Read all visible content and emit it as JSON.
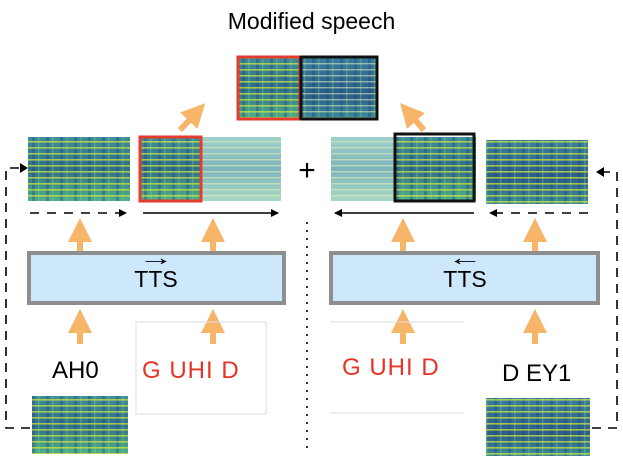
{
  "title": "Modified speech",
  "plus": "+",
  "left_tts": {
    "label": "TTS",
    "arrow_glyph": "→"
  },
  "right_tts": {
    "label": "TTS",
    "arrow_glyph": "←"
  },
  "left_context_phone": "AH0",
  "left_target_phones": "G UHI D",
  "right_target_phones": "G UHI D",
  "right_context_phone": "D EY1",
  "colors": {
    "highlight_red": "#e33b2e",
    "highlight_black": "#111111",
    "arrow_orange": "#f7b56a",
    "tts_fill": "#cde8fa",
    "tts_border": "#8e8e8e",
    "phone_red": "#e63323"
  }
}
